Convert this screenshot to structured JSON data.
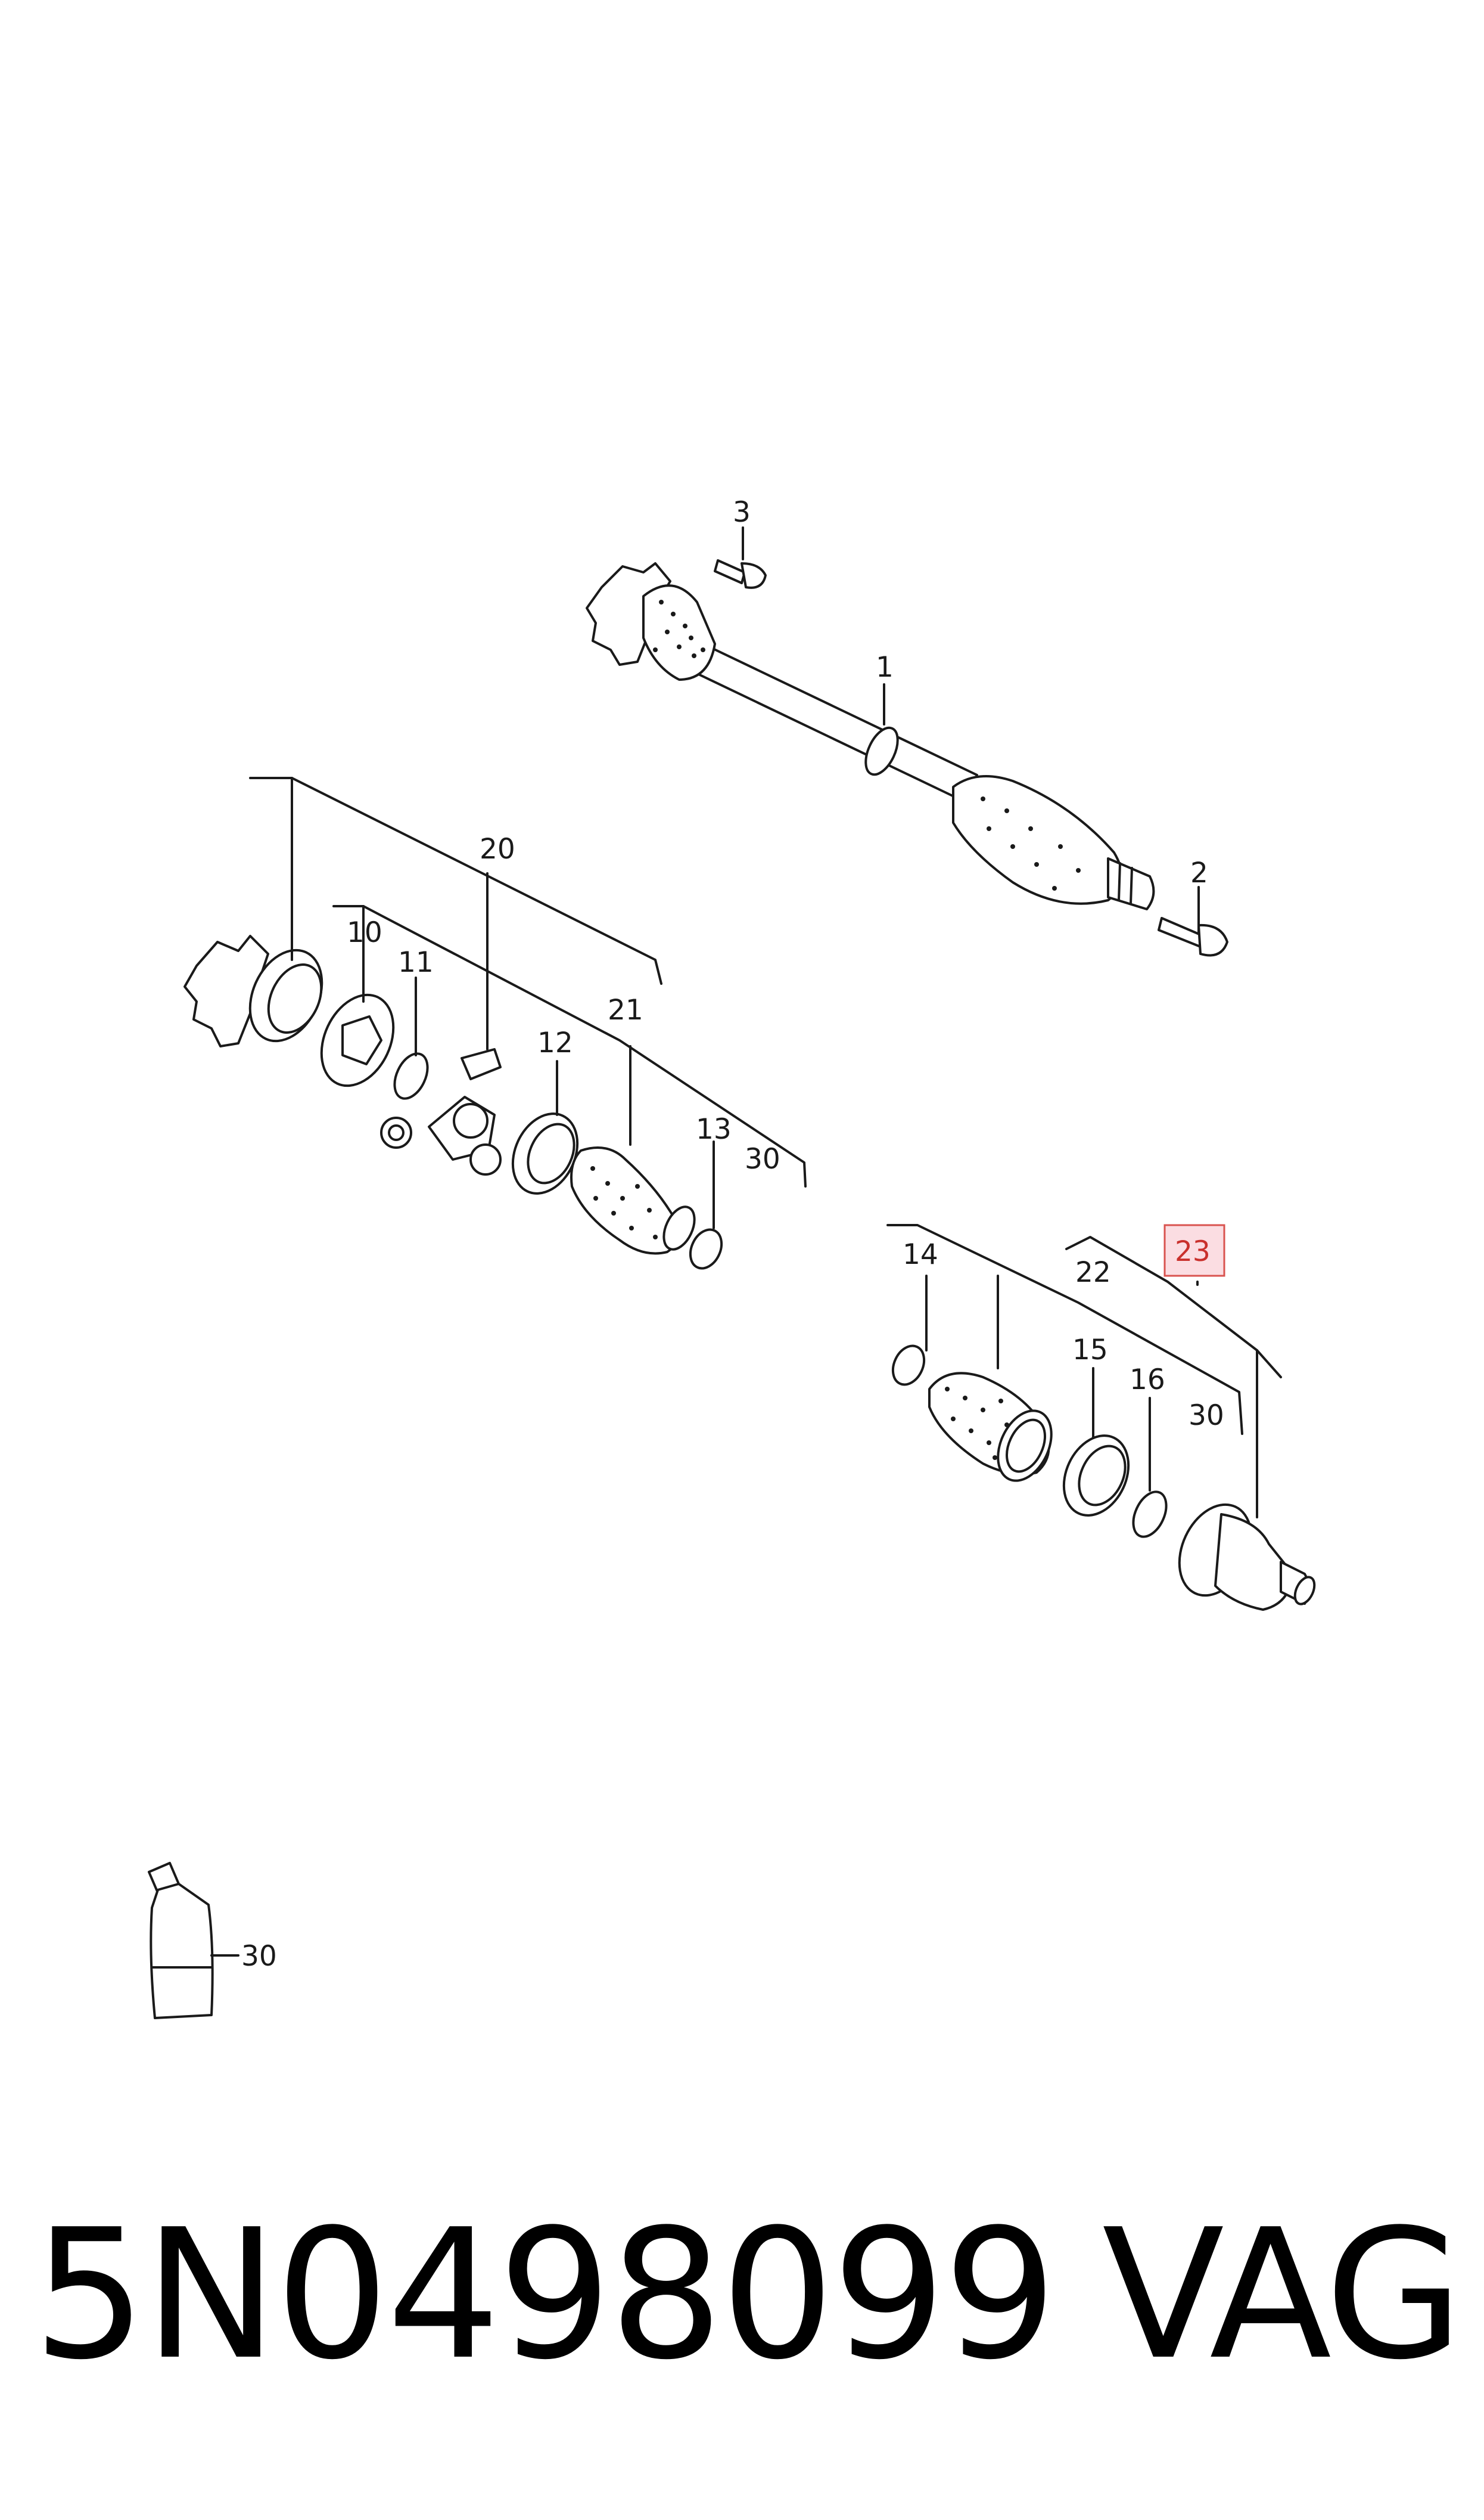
{
  "callouts": {
    "c1": "1",
    "c2": "2",
    "c3": "3",
    "c10": "10",
    "c11": "11",
    "c12": "12",
    "c13": "13",
    "c14": "14",
    "c15": "15",
    "c16": "16",
    "c20": "20",
    "c21": "21",
    "c22": "22",
    "c23": "23",
    "c30a": "30",
    "c30b": "30",
    "c30c": "30"
  },
  "highlight_color": "#d9534f",
  "footer": {
    "part_number": "5N0498099",
    "brand": "VAG"
  }
}
